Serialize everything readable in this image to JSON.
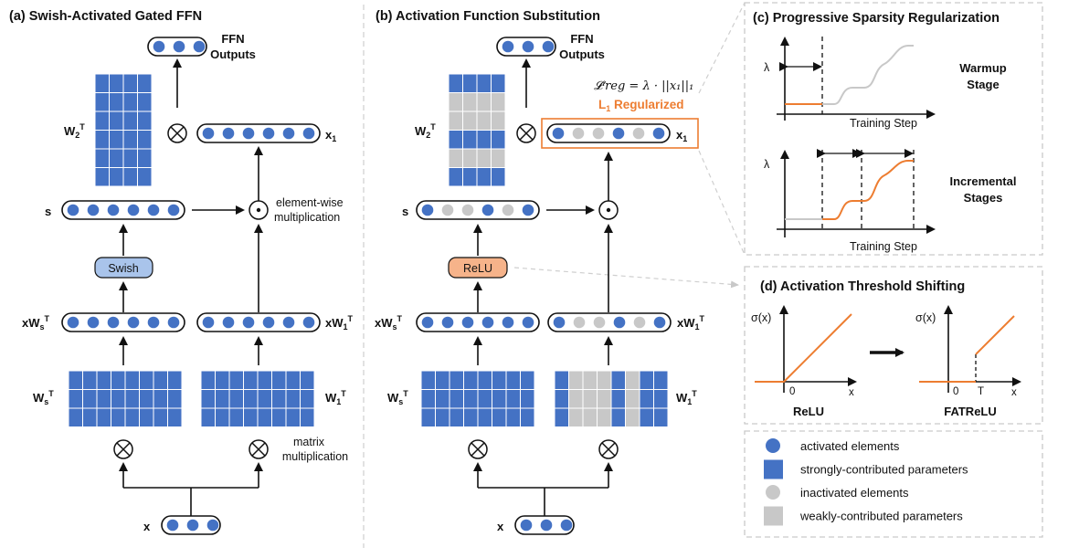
{
  "colors": {
    "active": "#4472c4",
    "inactive": "#c8c8c8",
    "orange": "#ed7d31",
    "swish_fill": "#a9c4eb",
    "relu_fill": "#f6b38a",
    "panel_border": "#c9c9c9",
    "curve_gray": "#c8c8c8"
  },
  "panel_a": {
    "title": "(a) Swish-Activated Gated FFN",
    "ffn_outputs": [
      "FFN",
      "Outputs"
    ],
    "w2t": [
      "W",
      "2",
      "T"
    ],
    "x1": [
      "x",
      "1"
    ],
    "s": "s",
    "swish": "Swish",
    "elementwise": [
      "element-wise",
      "multiplication"
    ],
    "xwst": [
      "xW",
      "s",
      "T"
    ],
    "xw1t": [
      "xW",
      "1",
      "T"
    ],
    "wst": [
      "W",
      "s",
      "T"
    ],
    "w1t": [
      "W",
      "1",
      "T"
    ],
    "matrix_mult": [
      "matrix",
      "multiplication"
    ],
    "x": "x",
    "vectors": {
      "output": [
        1,
        1,
        1
      ],
      "x1": [
        1,
        1,
        1,
        1,
        1,
        1
      ],
      "s": [
        1,
        1,
        1,
        1,
        1,
        1
      ],
      "xws": [
        1,
        1,
        1,
        1,
        1,
        1
      ],
      "xw1": [
        1,
        1,
        1,
        1,
        1,
        1
      ],
      "x": [
        1,
        1,
        1
      ]
    }
  },
  "panel_b": {
    "title": "(b) Activation Function Substitution",
    "ffn_outputs": [
      "FFN",
      "Outputs"
    ],
    "loss_formula": "𝓛ⁱreg = λ · ||x₁||₁",
    "l1_regularized": [
      "L",
      "1",
      " Regularized"
    ],
    "w2t": [
      "W",
      "2",
      "T"
    ],
    "x1": [
      "x",
      "1"
    ],
    "s": "s",
    "relu": "ReLU",
    "xwst": [
      "xW",
      "s",
      "T"
    ],
    "xw1t": [
      "xW",
      "1",
      "T"
    ],
    "wst": [
      "W",
      "s",
      "T"
    ],
    "w1t": [
      "W",
      "1",
      "T"
    ],
    "x": "x",
    "vectors": {
      "output": [
        1,
        1,
        1
      ],
      "x1": [
        1,
        0,
        0,
        1,
        0,
        1
      ],
      "s": [
        1,
        0,
        0,
        1,
        0,
        1
      ],
      "xws": [
        1,
        1,
        1,
        1,
        1,
        1
      ],
      "xw1": [
        1,
        0,
        0,
        1,
        0,
        1
      ],
      "x": [
        1,
        1,
        1
      ]
    },
    "w2_rows": [
      1,
      0,
      0,
      1,
      0,
      1
    ],
    "w1_cols": [
      1,
      0,
      0,
      1,
      0,
      1
    ]
  },
  "panel_c": {
    "title": "(c) Progressive Sparsity Regularization",
    "lambda": "λ",
    "warmup": [
      "Warmup",
      "Stage"
    ],
    "incremental": [
      "Incremental",
      "Stages"
    ],
    "training_step": "Training Step"
  },
  "panel_d": {
    "title": "(d) Activation Threshold Shifting",
    "sigma": "σ(x)",
    "x_axis": "x",
    "zero": "0",
    "t_tick": "T",
    "relu": "ReLU",
    "fatrelu": "FATReLU"
  },
  "legend": {
    "items": [
      {
        "label": "activated elements",
        "kind": "dot",
        "color": "#4472c4"
      },
      {
        "label": "strongly-contributed parameters",
        "kind": "square",
        "color": "#4472c4"
      },
      {
        "label": "inactivated elements",
        "kind": "dot",
        "color": "#c8c8c8"
      },
      {
        "label": "weakly-contributed parameters",
        "kind": "square",
        "color": "#c8c8c8"
      }
    ]
  }
}
